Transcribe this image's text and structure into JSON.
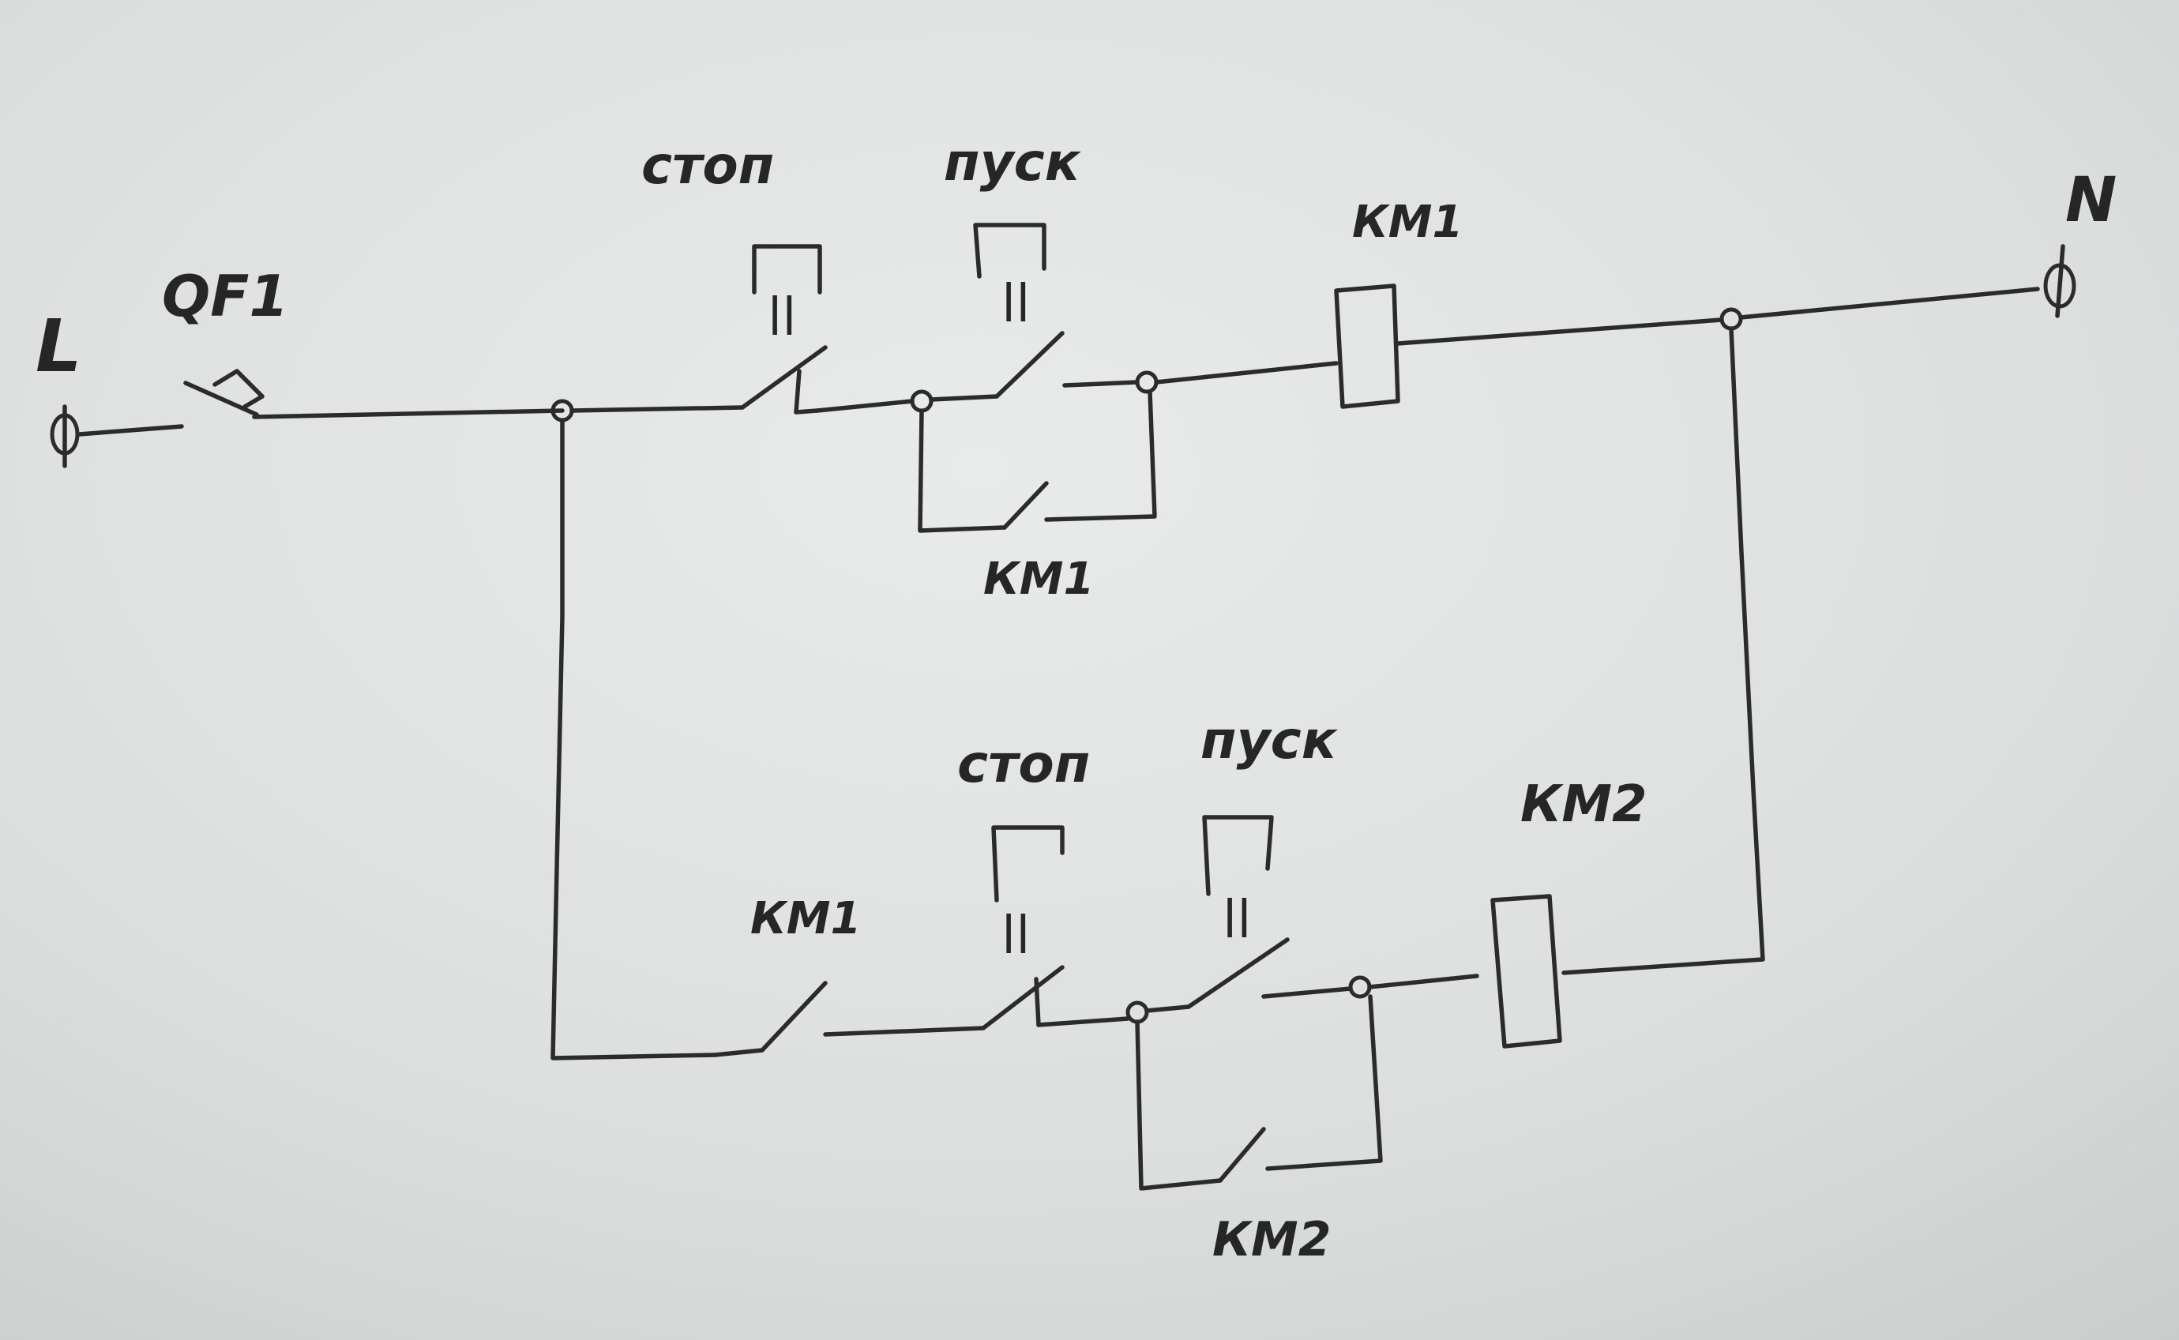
{
  "title": "Hand-drawn control circuit: two contactors with stop/start buttons",
  "labels": {
    "phase": "L",
    "neutral": "N",
    "breaker": "QF1",
    "row1_stop": "стоп",
    "row1_start": "пуск",
    "row1_coil": "КМ1",
    "row1_hold_contact": "КМ1",
    "row2_interlock_contact": "КМ1",
    "row2_stop": "стоп",
    "row2_start": "пуск",
    "row2_coil": "КМ2",
    "row2_hold_contact": "КМ2",
    "stop_marker_1": "||",
    "start_marker_1": "||",
    "stop_marker_2": "||",
    "start_marker_2": "||"
  },
  "colors": {
    "ink": "#2b2b2b",
    "paper": "#e4e7e6"
  }
}
